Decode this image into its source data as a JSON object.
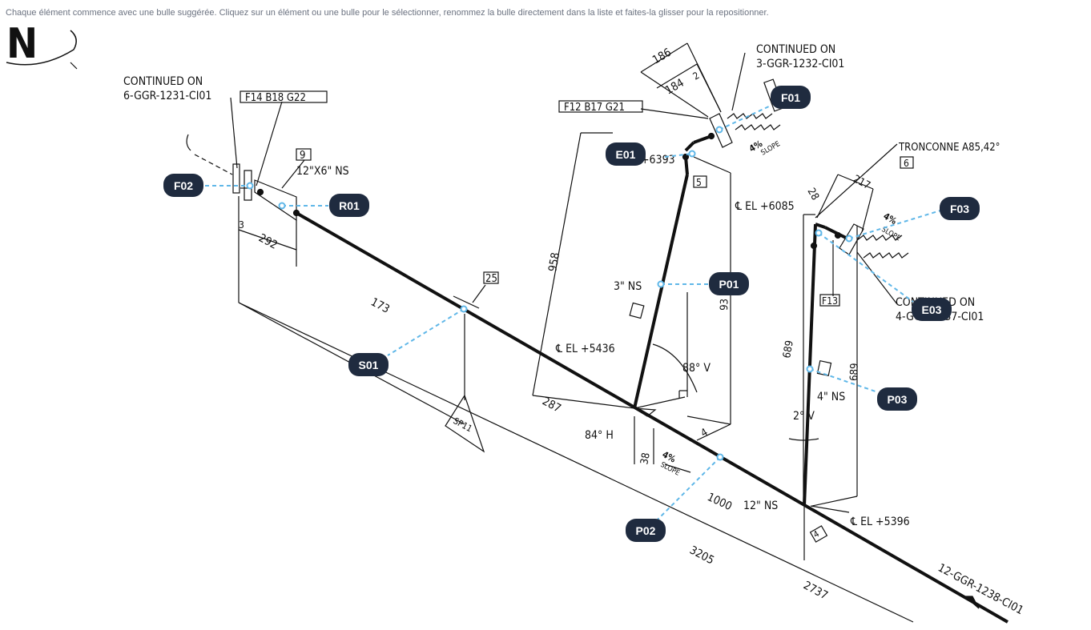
{
  "instructions": "Chaque élément commence avec une bulle suggérée. Cliquez sur un élément ou une bulle pour le sélectionner, renommez la bulle directement dans la liste et faites-la glisser pour la repositionner.",
  "drawing": {
    "north_mark": "N",
    "labels": {
      "continued_left_1": "CONTINUED ON",
      "continued_left_2": "6-GGR-1231-CI01",
      "tag_f14": "F14 B18 G22",
      "tag_9": "9",
      "reducer": "12\"X6\" NS",
      "dim_3": "3",
      "dim_292": "292",
      "dim_173": "173",
      "tag_25": "25",
      "tag_sp": "SP11",
      "continued_top_1": "CONTINUED ON",
      "continued_top_2": "3-GGR-1232-CI01",
      "dim_186": "186",
      "dim_184": "184",
      "dim_2": "2",
      "tag_f12": "F12 B17 G21",
      "el_6393": "+6393",
      "tag_5": "5",
      "slope_1a": "4%",
      "slope_1b": "SLOPE",
      "dim_958": "958",
      "size_3ns": "3\" NS",
      "el_5436": "℄ EL +5436",
      "angle_88v": "88° V",
      "dim_287": "287",
      "angle_84h": "84° H",
      "dim_38": "38",
      "slope_2a": "4%",
      "slope_2b": "SLOPE",
      "dim_4": "4",
      "dim_93x": "93",
      "dim_1000": "1000",
      "size_12ns": "12\" NS",
      "dim_3205": "3205",
      "el_6085": "℄ EL +6085",
      "tronconne": "TRONCONNE A85,42°",
      "tag_6": "6",
      "dim_28": "28",
      "dim_217": "217",
      "slope_3a": "4%",
      "slope_3b": "SLOPE",
      "tag_f13": "F13",
      "continued_right_1": "CONTINUED ON",
      "continued_right_2": "4-GGR-1237-CI01",
      "dim_689a": "689",
      "dim_689b": "689",
      "size_4ns": "4\" NS",
      "angle_2v": "2° V",
      "el_5396": "℄ EL +5396",
      "tag_4": "4",
      "dim_2737": "2737",
      "line_id": "12-GGR-1238-CI01"
    }
  },
  "bubbles": [
    {
      "id": "F01"
    },
    {
      "id": "E01"
    },
    {
      "id": "F02"
    },
    {
      "id": "R01"
    },
    {
      "id": "P01"
    },
    {
      "id": "F03"
    },
    {
      "id": "E03"
    },
    {
      "id": "S01"
    },
    {
      "id": "P03"
    },
    {
      "id": "P02"
    }
  ],
  "colors": {
    "bubble_bg": "#1f2b3f",
    "bubble_text": "#ffffff",
    "leader": "#5fb7e8",
    "instruction_text": "#6b7280"
  }
}
